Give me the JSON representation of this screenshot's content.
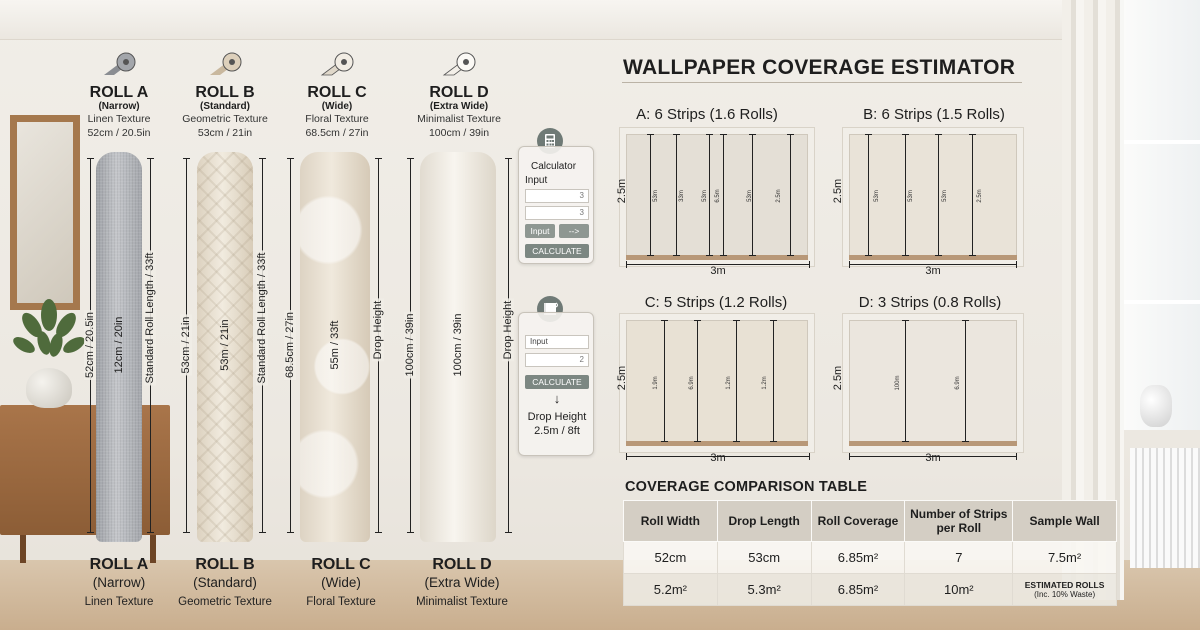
{
  "rolls": [
    {
      "name": "ROLL A",
      "sub": "(Narrow)",
      "texture": "Linen Texture",
      "dims": "52cm / 20.5in",
      "width_label": "52cm / 20.5in",
      "roll_label": "12cm / 20in",
      "length_label": "Standard Roll Length / 33ft",
      "color": "#b2b4b8"
    },
    {
      "name": "ROLL B",
      "sub": "(Standard)",
      "texture": "Geometric Texture",
      "dims": "53cm / 21in",
      "width_label": "53cm / 21in",
      "roll_label": "53m / 21in",
      "length_label": "Standard Roll Length / 33ft",
      "color": "#e6ddcd"
    },
    {
      "name": "ROLL C",
      "sub": "(Wide)",
      "texture": "Floral Texture",
      "dims": "68.5cm / 27in",
      "width_label": "68.5cm / 27in",
      "roll_label": "55m / 33ft",
      "length_label": "Drop Height",
      "color": "#e4dbcc"
    },
    {
      "name": "ROLL D",
      "sub": "(Extra Wide)",
      "texture": "Minimalist Texture",
      "dims": "100cm / 39in",
      "width_label": "100cm / 39in",
      "roll_label": "100cm / 39in",
      "length_label": "Drop Height",
      "color": "#efeae1"
    }
  ],
  "calc1": {
    "title": "Calculator",
    "input_label": "Input",
    "field1": "3",
    "field2": "3",
    "btn_input": "Input",
    "btn_arrow": "-->",
    "btn_calculate": "CALCULATE"
  },
  "calc2": {
    "input_label": "Input",
    "field2": "2",
    "btn_calculate": "CALCULATE",
    "arrow": "↓",
    "result_label": "Drop Height",
    "result_value": "2.5m / 8ft"
  },
  "panel_title": "WALLPAPER COVERAGE ESTIMATOR",
  "walls": [
    {
      "title": "A: 6 Strips (1.6 Rolls)",
      "height": "2.5m",
      "width": "3m",
      "strips": [
        "53m",
        "33m",
        "53m",
        "6.5m",
        "53m",
        "2.5m"
      ],
      "tone": "#e4dfd6"
    },
    {
      "title": "B: 6 Strips (1.5 Rolls)",
      "height": "2.5m",
      "width": "3m",
      "strips": [
        "53m",
        "53m",
        "53m",
        "2.5m"
      ],
      "tone": "#e9e3d8"
    },
    {
      "title": "C: 5 Strips (1.2 Rolls)",
      "height": "2.5m",
      "width": "3m",
      "strips": [
        "1.9m",
        "6.9m",
        "1.2m",
        "1.2m"
      ],
      "tone": "#e8e1d4"
    },
    {
      "title": "D: 3 Strips (0.8 Rolls)",
      "height": "2.5m",
      "width": "3m",
      "strips": [
        "100m",
        "6.9m"
      ],
      "tone": "#ebe6de"
    }
  ],
  "table": {
    "title": "COVERAGE COMPARISON TABLE",
    "headers": [
      "Roll Width",
      "Drop Length",
      "Roll Coverage",
      "Number of Strips per Roll",
      "Sample Wall"
    ],
    "rows": [
      [
        "52cm",
        "53cm",
        "6.85m²",
        "7",
        "7.5m²"
      ],
      [
        "5.2m²",
        "5.3m²",
        "6.85m²",
        "10m²",
        "ESTIMATED ROLLS"
      ]
    ],
    "estimated_note": "(Inc. 10% Waste)"
  }
}
